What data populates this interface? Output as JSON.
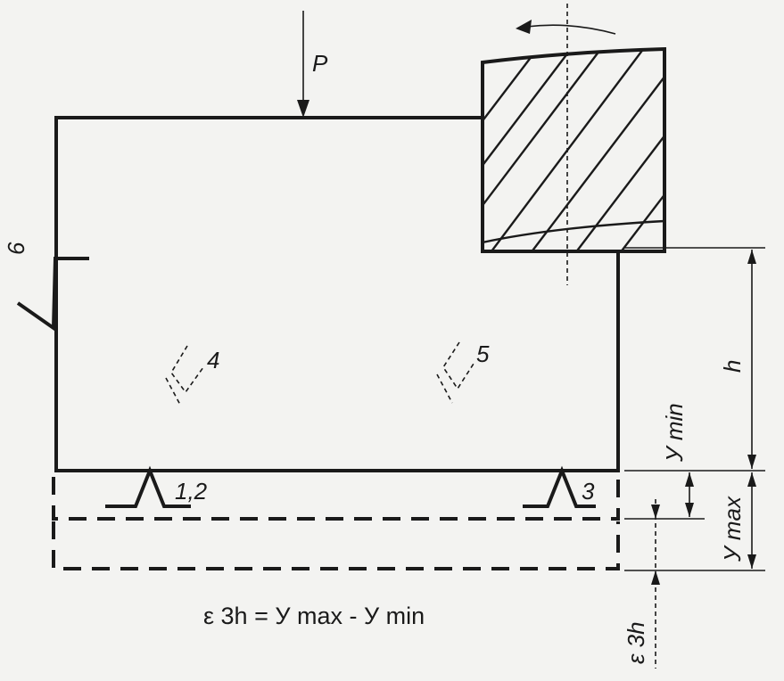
{
  "labels": {
    "force": "P",
    "roughness_6": "6",
    "support_4": "4",
    "support_5": "5",
    "support_12": "1,2",
    "support_3": "3",
    "h": "h",
    "y_min": "У min",
    "y_max": "У max",
    "eps_3h": "ε 3h"
  },
  "formula": "ε 3h = У max - У min"
}
